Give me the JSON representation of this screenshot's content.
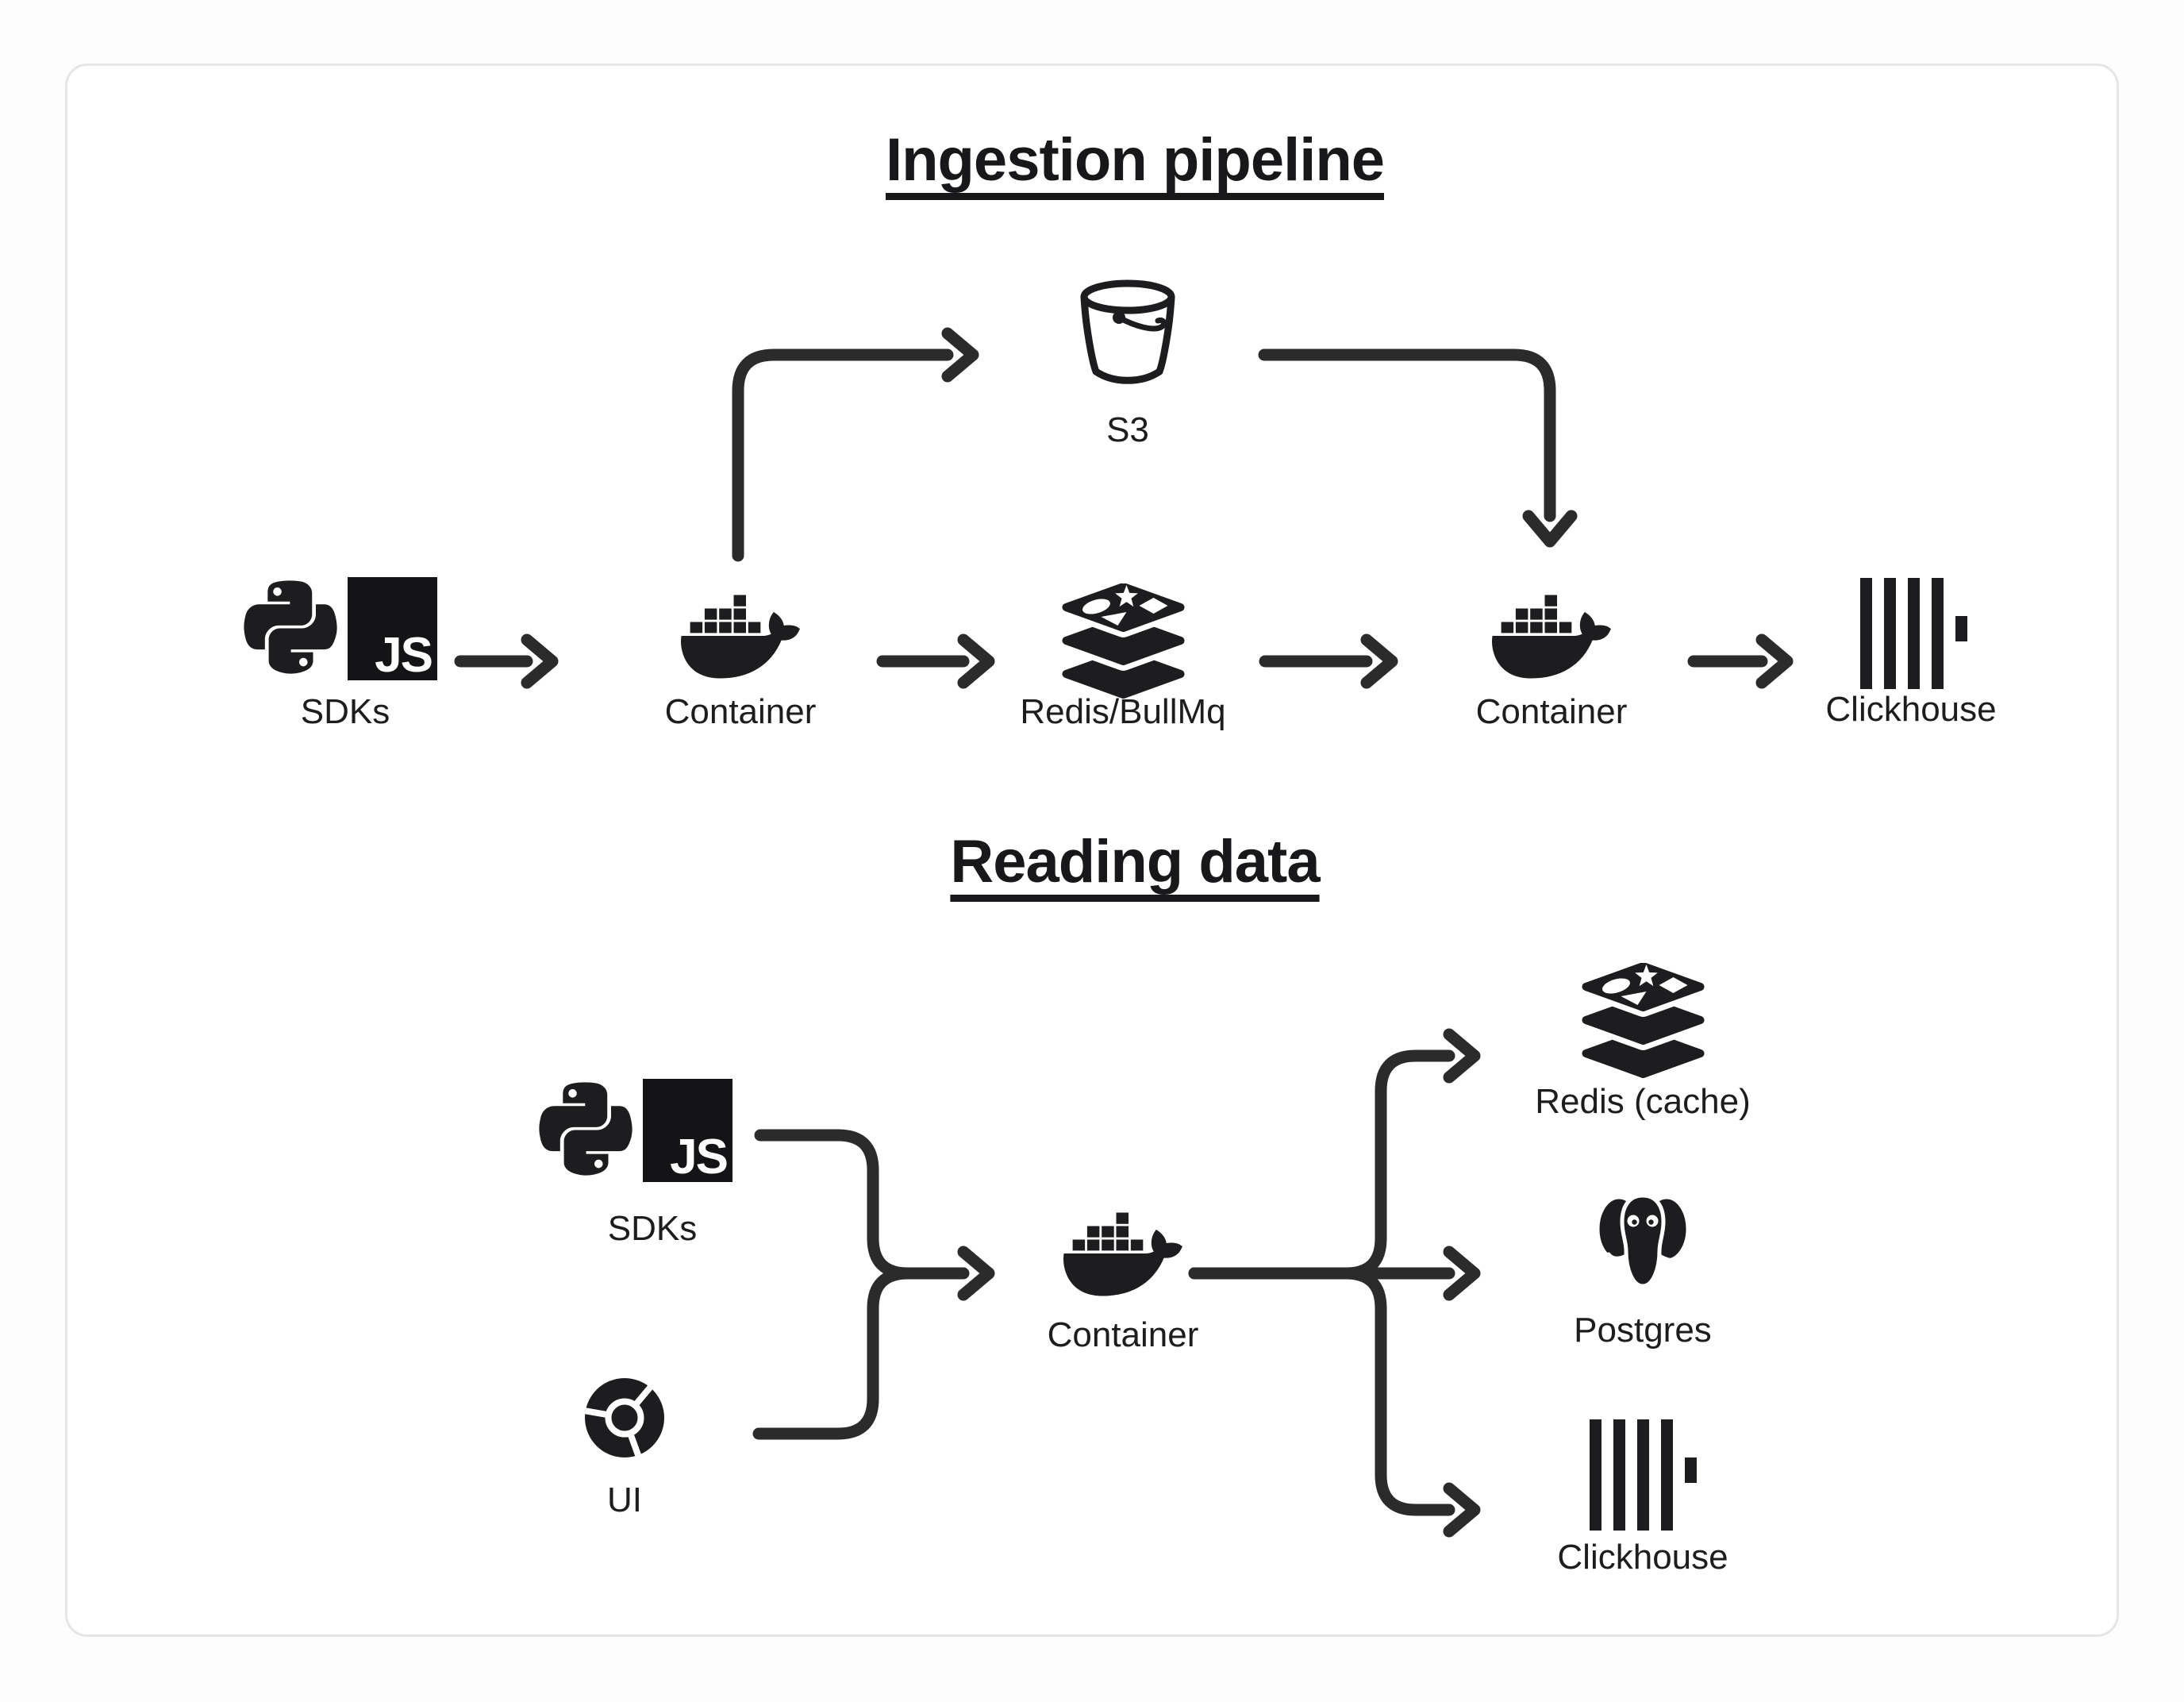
{
  "page": {
    "background": "#fdfdfd"
  },
  "card": {
    "background": "#ffffff",
    "border_color": "#e6e6e8"
  },
  "colors": {
    "ink": "#1d1d1f",
    "connector": "#2b2b2b",
    "label_text": "#1d1d1f",
    "js_badge_bg": "#141416",
    "js_badge_text": "#ffffff"
  },
  "badges": {
    "js": "JS"
  },
  "sections": {
    "ingestion": {
      "title": "Ingestion pipeline",
      "nodes": {
        "sdks": {
          "label": "SDKs",
          "icons": [
            "python-icon",
            "javascript-icon"
          ]
        },
        "container_ingest": {
          "label": "Container",
          "icon": "docker-icon"
        },
        "queue": {
          "label": "Redis/BullMq",
          "icon": "redis-icon"
        },
        "s3": {
          "label": "S3",
          "icon": "s3-bucket-icon"
        },
        "container_worker": {
          "label": "Container",
          "icon": "docker-icon"
        },
        "clickhouse": {
          "label": "Clickhouse",
          "icon": "clickhouse-icon"
        }
      },
      "edges": [
        "SDKs -> Container",
        "Container -> S3",
        "Container -> Redis/BullMq",
        "S3 -> Container",
        "Redis/BullMq -> Container",
        "Container -> Clickhouse"
      ]
    },
    "reading": {
      "title": "Reading data",
      "nodes": {
        "sdks": {
          "label": "SDKs",
          "icons": [
            "python-icon",
            "javascript-icon"
          ]
        },
        "ui": {
          "label": "UI",
          "icon": "chrome-icon"
        },
        "container": {
          "label": "Container",
          "icon": "docker-icon"
        },
        "redis_cache": {
          "label": "Redis (cache)",
          "icon": "redis-icon"
        },
        "postgres": {
          "label": "Postgres",
          "icon": "postgresql-icon"
        },
        "clickhouse": {
          "label": "Clickhouse",
          "icon": "clickhouse-icon"
        }
      },
      "edges": [
        "SDKs -> Container",
        "UI -> Container",
        "Container -> Redis (cache)",
        "Container -> Postgres",
        "Container -> Clickhouse"
      ]
    }
  }
}
